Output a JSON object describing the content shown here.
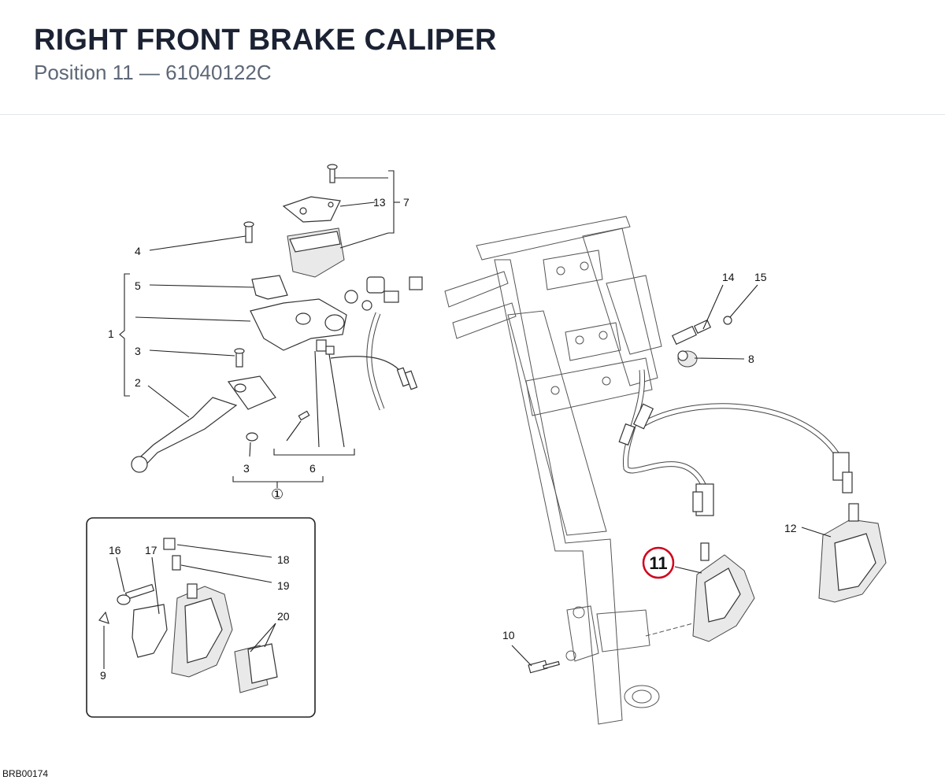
{
  "header": {
    "title": "RIGHT FRONT BRAKE CALIPER",
    "subtitle": "Position 11 — 61040122C"
  },
  "diagram": {
    "callouts": {
      "c1": "1",
      "c2": "2",
      "c3a": "3",
      "c3b": "3",
      "c4": "4",
      "c5": "5",
      "c6": "6",
      "c7": "7",
      "c8": "8",
      "c9": "9",
      "c10": "10",
      "c12": "12",
      "c13": "13",
      "c14": "14",
      "c15": "15",
      "c16": "16",
      "c17": "17",
      "c18": "18",
      "c19": "19",
      "c20": "20",
      "circled": "①"
    },
    "highlight": {
      "label": "11",
      "color": "#d0021b"
    }
  },
  "footer": {
    "doc_id": "BRB00174"
  }
}
